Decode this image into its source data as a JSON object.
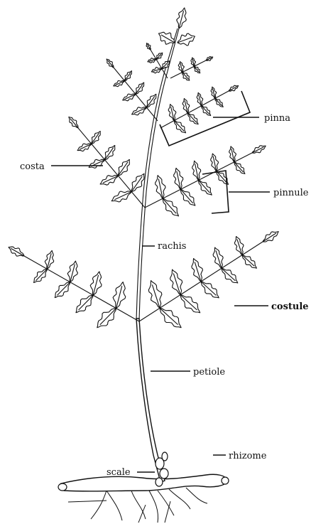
{
  "figure": {
    "labels": {
      "pinna": "pinna",
      "costa": "costa",
      "pinnule": "pinnule",
      "rachis": "rachis",
      "costule": "costule",
      "petiole": "petiole",
      "scale": "scale",
      "rhizome": "rhizome"
    }
  },
  "colors": {
    "ink": "#111111",
    "paper": "#ffffff"
  }
}
